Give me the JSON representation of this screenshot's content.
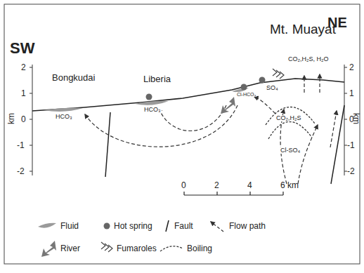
{
  "diagram": {
    "labels": [
      "SW",
      "NE",
      "Mt. Muayat",
      "CO₂,H₂S, H₂O",
      "Bongkudai",
      "Liberia",
      "HCO₃",
      "HCO₃",
      "Cl-HCO₃",
      "SO₄",
      "CO₂,H₂S",
      "Cl-SO₄",
      "2",
      "1",
      "0",
      "-1",
      "-2",
      "2",
      "1",
      "0",
      "-1",
      "-2",
      "km",
      "km",
      "0",
      "2",
      "4",
      "6 km"
    ],
    "legend": [
      {
        "text": "Fluid"
      },
      {
        "text": "Hot spring"
      },
      {
        "text": "Fault"
      },
      {
        "text": "Flow path"
      },
      {
        "text": "River"
      },
      {
        "text": "Fumaroles"
      },
      {
        "text": "Boiling"
      }
    ]
  }
}
